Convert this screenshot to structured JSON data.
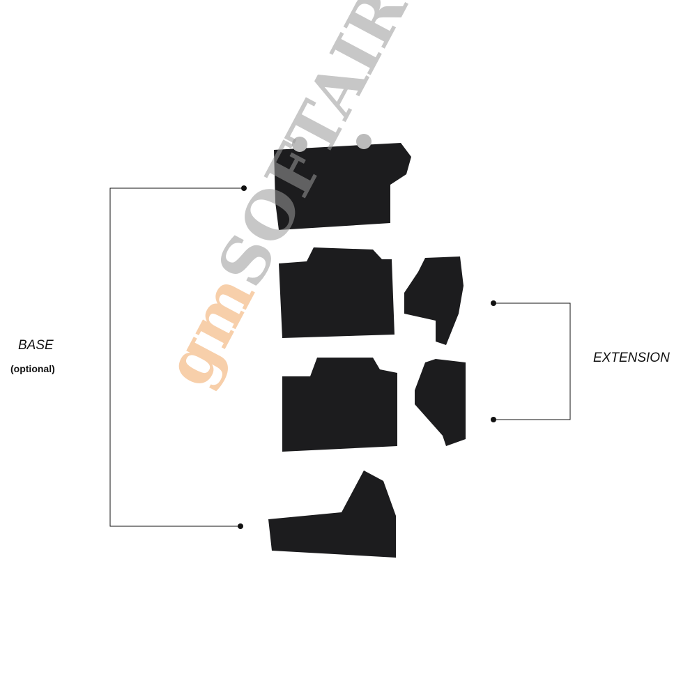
{
  "labels": {
    "base": "BASE",
    "base_note": "(optional)",
    "extension": "EXTENSION"
  },
  "watermark": {
    "prefix": "gm",
    "name": "SOFTAIR"
  },
  "colors": {
    "part": "#1c1c1e",
    "line": "#111111",
    "watermark_orange": "#f2a866"
  }
}
